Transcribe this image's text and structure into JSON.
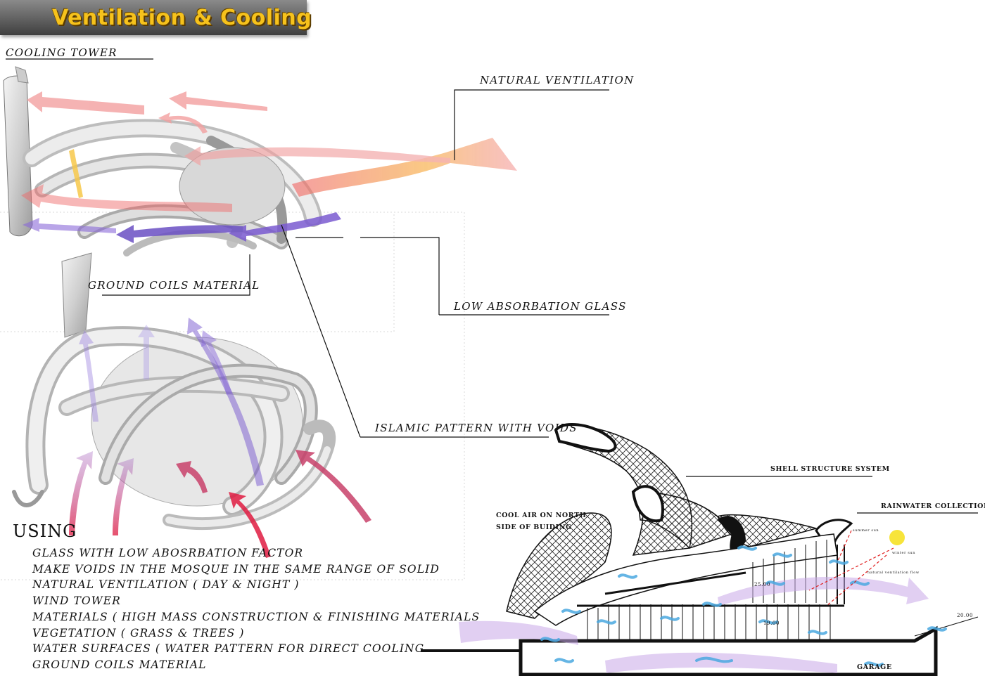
{
  "title": "Ventilation & Cooling",
  "labels": {
    "cooling_tower": "COOLING TOWER",
    "natural_ventilation": "NATURAL VENTILATION",
    "ground_coils": "GROUND COILS MATERIAL",
    "low_absorbation_glass": "LOW ABSORBATION GLASS",
    "islamic_pattern": "ISLAMIC PATTERN WITH VOIDS",
    "shell_structure": "SHELL STRUCTURE SYSTEM",
    "rainwater": "RAINWATER COLLECTION",
    "cool_air_1": "COOL AIR ON NORTH",
    "cool_air_2": "SIDE OF BUIDING",
    "garage": "GARAGE",
    "level_25": "25.00",
    "level_19": "19.00",
    "level_20": "20.00",
    "summer_sun": "summer sun",
    "winter_sun": "winter sun",
    "natural_ventilation_flow": "natural ventilation flow"
  },
  "using": {
    "heading": "USING",
    "items": [
      "GLASS WITH LOW ABOSRBATION FACTOR",
      "MAKE VOIDS IN THE MOSQUE IN THE SAME RANGE OF SOLID",
      "NATURAL VENTILATION ( DAY & NIGHT )",
      "WIND TOWER",
      "MATERIALS ( HIGH MASS CONSTRUCTION & FINISHING MATERIALS",
      "VEGETATION ( GRASS & TREES )",
      "WATER SURFACES ( WATER PATTERN FOR DIRECT COOLING",
      "GROUND COILS MATERIAL"
    ]
  },
  "colors": {
    "title_text": "#f6c21c",
    "warm_arrow": "#f08080",
    "cool_arrow": "#6a4fc4",
    "inflow_arrow": "#d42a55",
    "water_wave": "#4aa8e0",
    "sun": "#f7e43a"
  }
}
